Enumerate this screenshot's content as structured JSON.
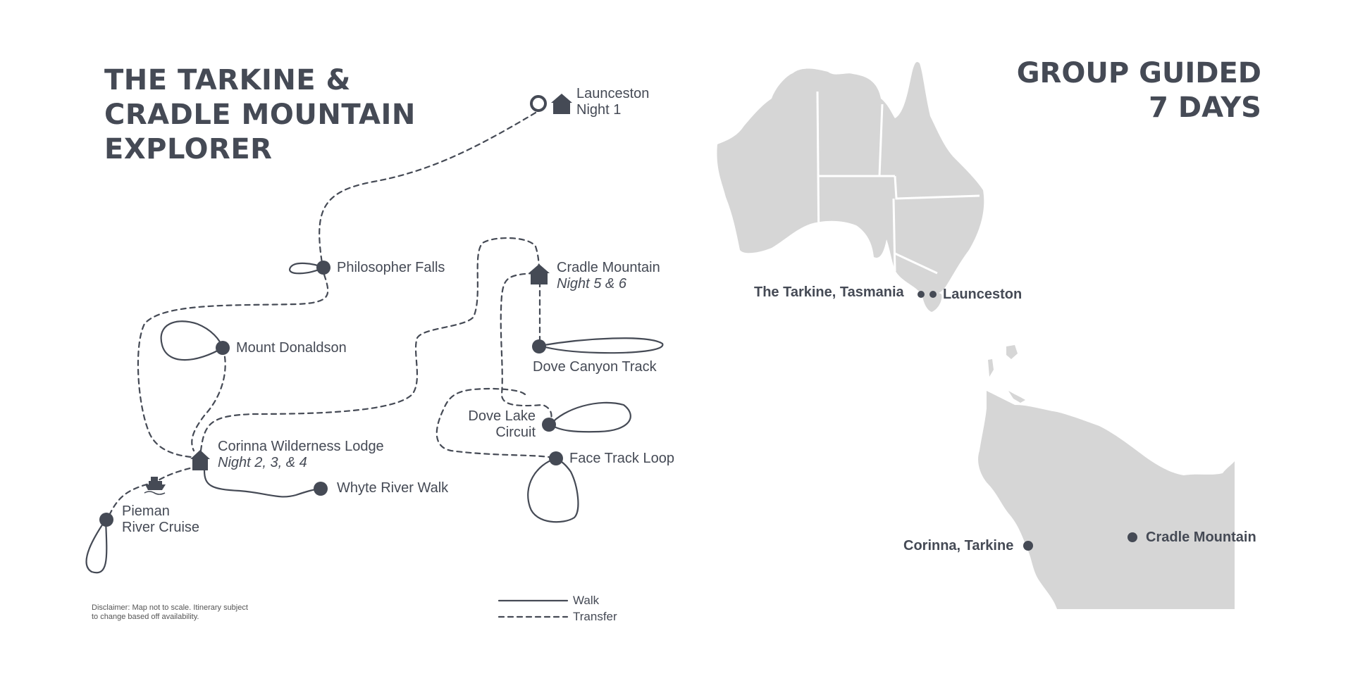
{
  "title": {
    "line1": "THE TARKINE &",
    "line2": "CRADLE MOUNTAIN",
    "line3": "EXPLORER"
  },
  "badge": {
    "line1": "GROUP GUIDED",
    "line2": "7 DAYS"
  },
  "stops": {
    "launceston": {
      "name": "Launceston",
      "night": "Night 1"
    },
    "philosopher_falls": {
      "name": "Philosopher Falls"
    },
    "mount_donaldson": {
      "name": "Mount Donaldson"
    },
    "corinna": {
      "name": "Corinna Wilderness  Lodge",
      "night": "Night 2, 3, & 4"
    },
    "whyte_river": {
      "name": "Whyte River Walk"
    },
    "pieman": {
      "line1": "Pieman",
      "line2": "River Cruise"
    },
    "cradle_mountain": {
      "name": "Cradle Mountain",
      "night": "Night 5 & 6"
    },
    "dove_canyon": {
      "name": "Dove Canyon Track"
    },
    "dove_lake": {
      "line1": "Dove Lake",
      "line2": "Circuit"
    },
    "face_track": {
      "name": "Face Track Loop"
    }
  },
  "overview_map": {
    "tarkine_label": "The Tarkine, Tasmania",
    "launceston_label": "Launceston"
  },
  "detail_map": {
    "corinna_label": "Corinna, Tarkine",
    "cradle_label": "Cradle Mountain"
  },
  "legend": {
    "walk": "Walk",
    "transfer": "Transfer"
  },
  "disclaimer": {
    "line1": "Disclaimer: Map not to scale. Itinerary subject",
    "line2": "to change based off availability."
  },
  "colors": {
    "ink": "#454a55",
    "land": "#d6d6d6"
  },
  "icons": [
    "house-icon",
    "boat-icon",
    "start-circle-icon",
    "stop-dot-icon"
  ]
}
